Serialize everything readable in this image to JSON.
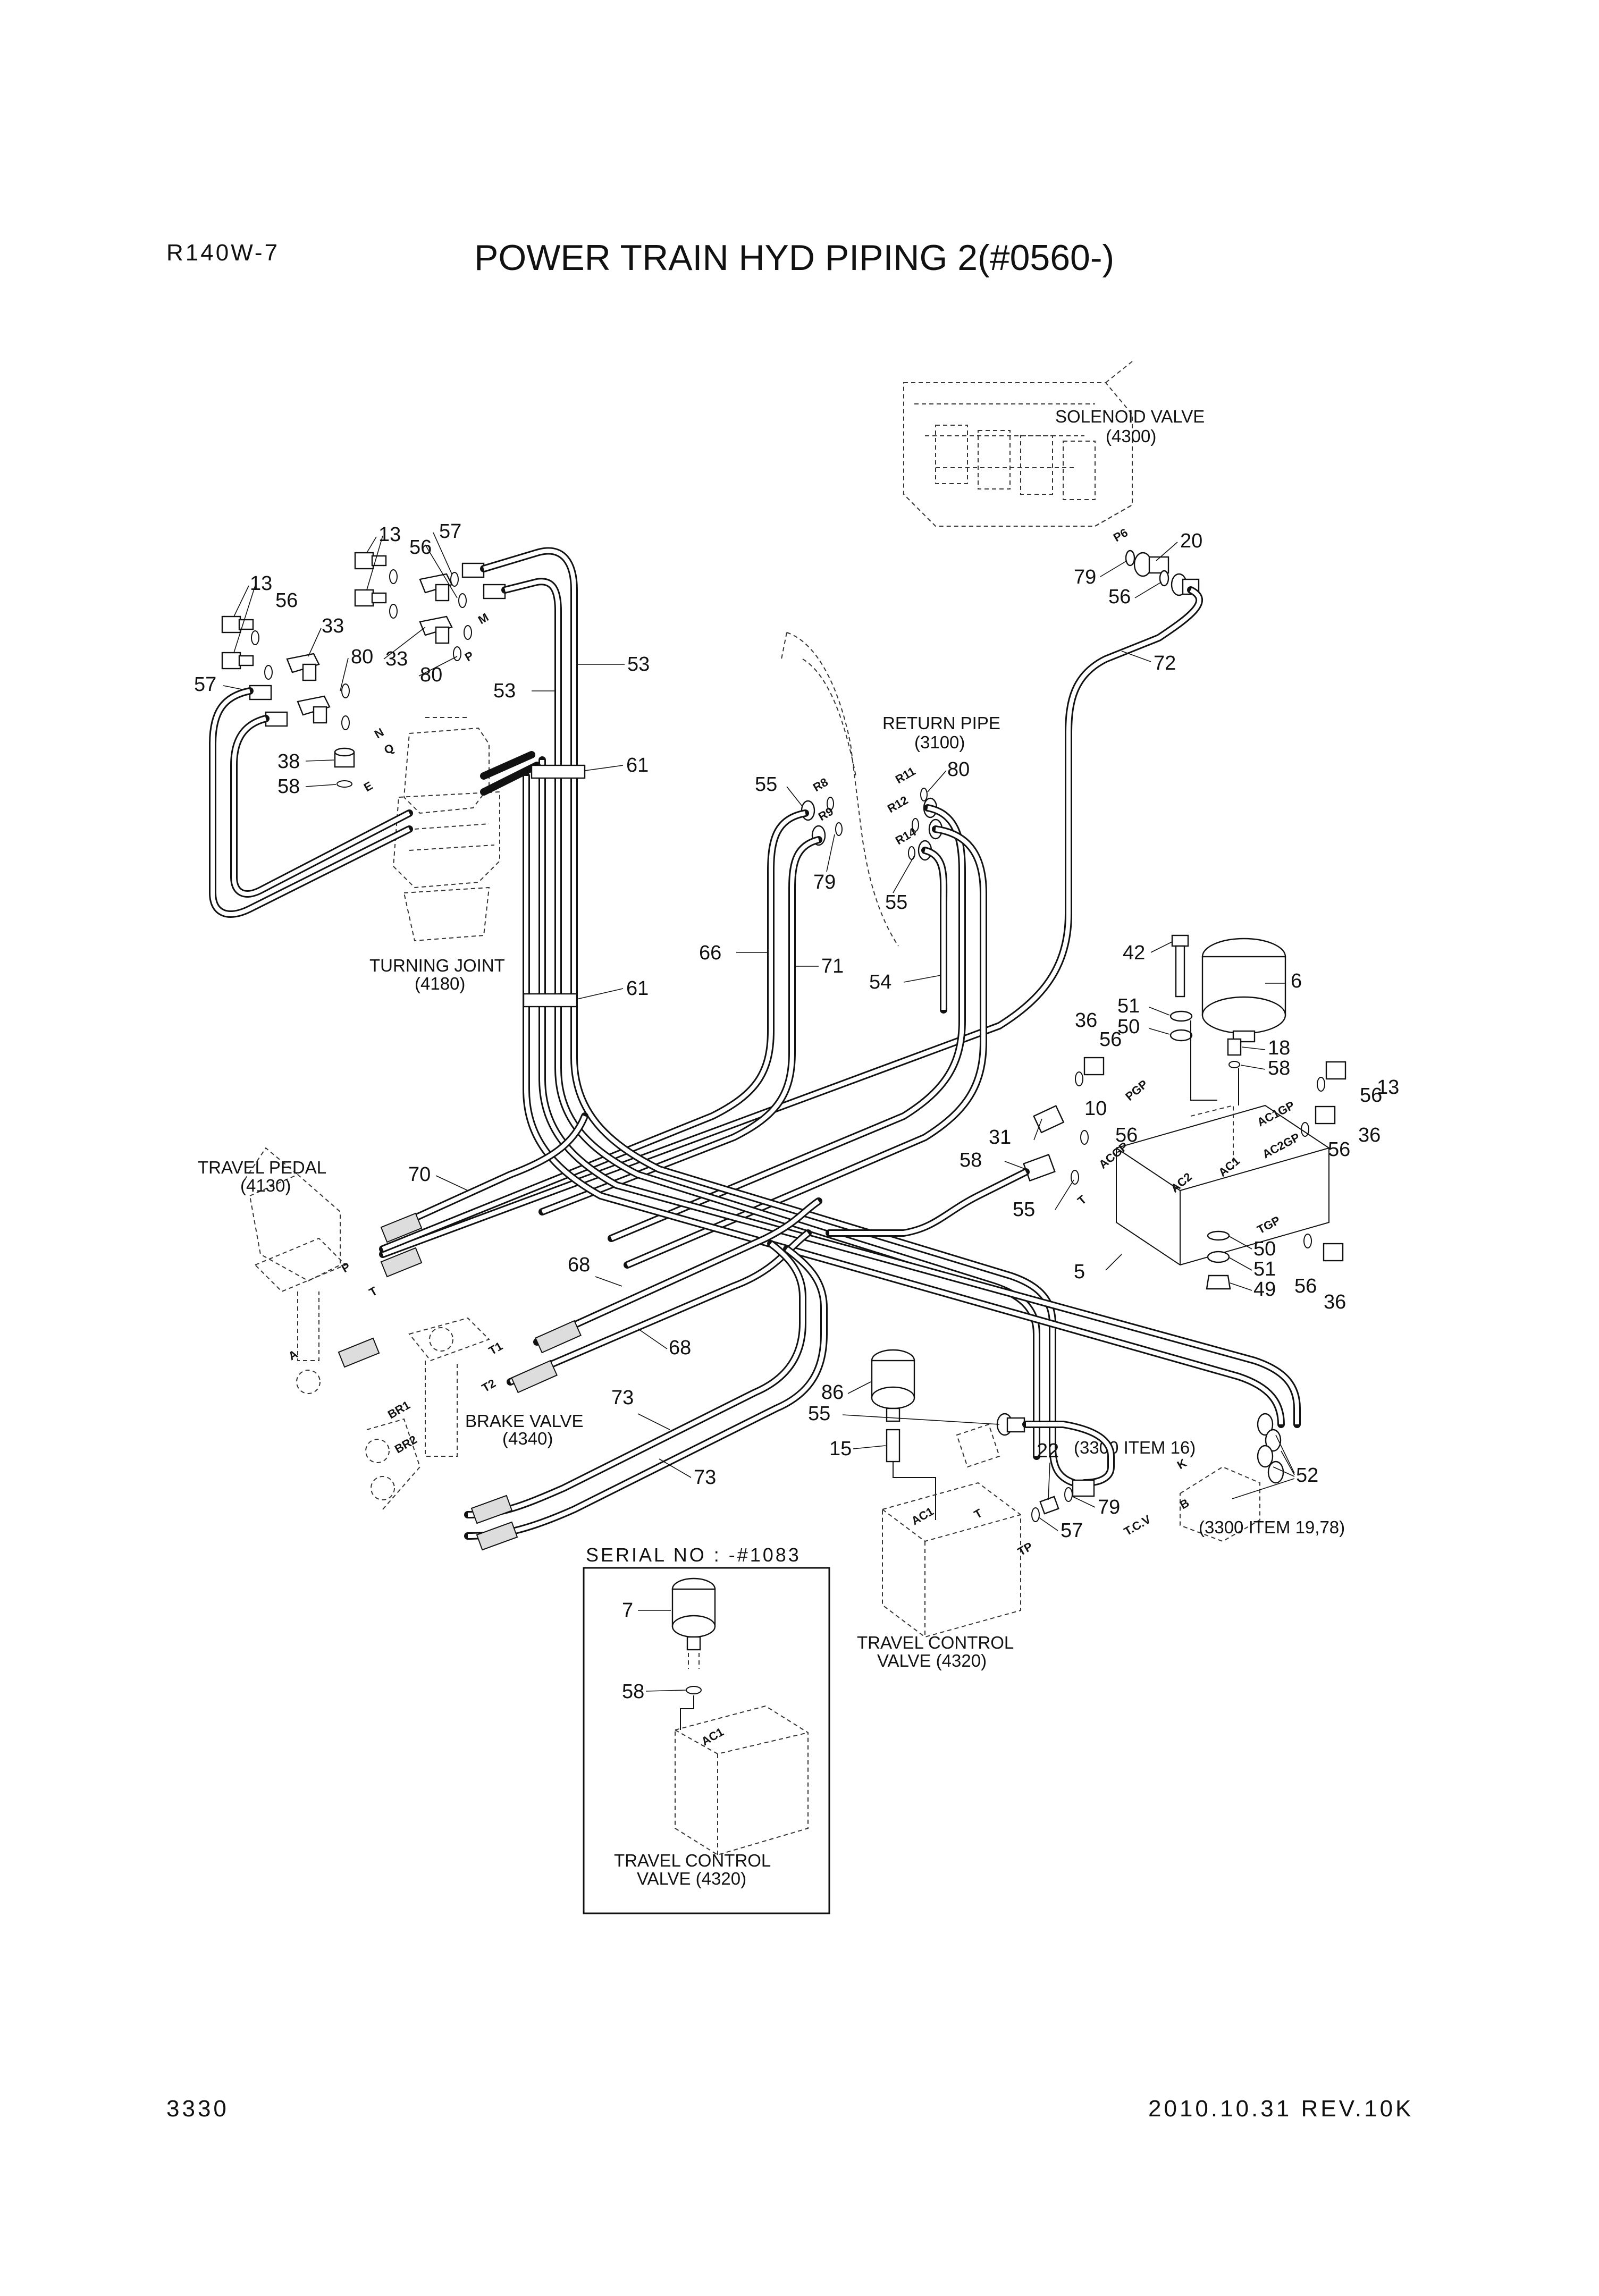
{
  "header": {
    "model": "R140W-7",
    "title": "POWER TRAIN HYD PIPING 2(#0560-)"
  },
  "footer": {
    "page_number": "3330",
    "revision": "2010.10.31 REV.10K"
  },
  "components": {
    "solenoid_valve": {
      "name": "SOLENOID VALVE",
      "ref": "(4300)"
    },
    "return_pipe": {
      "name": "RETURN PIPE",
      "ref": "(3100)"
    },
    "turning_joint": {
      "name": "TURNING JOINT",
      "ref": "(4180)"
    },
    "travel_pedal": {
      "name": "TRAVEL PEDAL",
      "ref": "(4130)"
    },
    "brake_valve": {
      "name": "BRAKE VALVE",
      "ref": "(4340)"
    },
    "travel_control_valve": {
      "name": "TRAVEL CONTROL",
      "ref": "VALVE (4320)"
    },
    "travel_control_valve_inset": {
      "name": "TRAVEL CONTROL",
      "ref": "VALVE (4320)"
    }
  },
  "notes": {
    "item16": "(3300 ITEM 16)",
    "item19_78": "(3300 ITEM 19,78)"
  },
  "inset": {
    "serial_label": "SERIAL NO : -#1083"
  },
  "callouts": {
    "c13a": "13",
    "c57a": "57",
    "c56a": "56",
    "c13b": "13",
    "c56b": "56",
    "c33a": "33",
    "c80a": "80",
    "c33b": "33",
    "c80b": "80",
    "c57b": "57",
    "c53a": "53",
    "c53b": "53",
    "c38": "38",
    "c58a": "58",
    "c61a": "61",
    "c61b": "61",
    "c20": "20",
    "c79a": "79",
    "c56c": "56",
    "c72": "72",
    "c55a": "55",
    "c80c": "80",
    "c79b": "79",
    "c55b": "55",
    "c66": "66",
    "c71": "71",
    "c54": "54",
    "c42": "42",
    "c6": "6",
    "c51a": "51",
    "c50a": "50",
    "c18": "18",
    "c58b": "58",
    "c36a": "36",
    "c56d": "56",
    "c13c": "13",
    "c56e": "56",
    "c10": "10",
    "c56f": "56",
    "c36b": "36",
    "c56g": "56",
    "c31": "31",
    "c58c": "58",
    "c55c": "55",
    "c5": "5",
    "c50b": "50",
    "c51b": "51",
    "c49": "49",
    "c56h": "56",
    "c36c": "36",
    "c70": "70",
    "c68a": "68",
    "c68b": "68",
    "c73a": "73",
    "c73b": "73",
    "c86": "86",
    "c55d": "55",
    "c15": "15",
    "c22": "22",
    "c79c": "79",
    "c57c": "57",
    "c52": "52",
    "c7": "7",
    "c58d": "58"
  },
  "ports": {
    "p6": "P6",
    "m": "M",
    "p": "P",
    "n": "N",
    "q": "Q",
    "e": "E",
    "r8": "R8",
    "r9": "R9",
    "r11": "R11",
    "r12": "R12",
    "r14": "R14",
    "pgp": "PGP",
    "acgp": "ACGP",
    "t1": "T",
    "ac2": "AC2",
    "ac1": "AC1",
    "ac1gp": "AC1GP",
    "ac2gp": "AC2GP",
    "tgp": "TGP",
    "pedal_p": "P",
    "pedal_t": "T",
    "pedal_a": "A",
    "t1b": "T1",
    "t2": "T2",
    "br1": "BR1",
    "br2": "BR2",
    "tcv_ac1": "AC1",
    "tcv_t": "T",
    "tp": "TP",
    "tcv": "T.C.V",
    "k": "K",
    "b": "B",
    "inset_ac1": "AC1"
  }
}
